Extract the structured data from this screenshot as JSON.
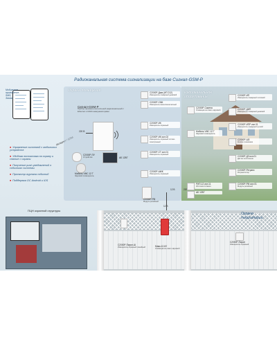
{
  "title": "Радиоканальная система сигнализации на базе Сигнал-GSM-P",
  "section_room": "Охрана помещения",
  "section_radio": "Радиоканальное оборудование",
  "section_yard": "Охрана территории",
  "mobile_caption": "Мобильное приложение, SMS, Звонки",
  "bullets": [
    "Управление системой с мобильных устройств",
    "Удобная постановка на охрану и снятие с охраны",
    "Получение push-уведомлений о событиях системы",
    "Просмотр журнала событий",
    "Поддержка ОС Android и iOS"
  ],
  "pcn_label": "ПЦН охранной структуры",
  "inet_label": "Интернет / GSM",
  "panel": {
    "name": "Сигнал-GSM-P",
    "desc": "Прибор приемно-контрольный радиоканальный с Ethernet и GSM коммуникаторами"
  },
  "voltage_220": "220 В",
  "battery": "АБ 12В7",
  "speaker": "Мобиль VMC 12 Т",
  "speaker_desc": "Звуковой оповещатель",
  "vibro": "С2000Р-ПУ",
  "vibro_desc": "Устройство",
  "room_devices": [
    {
      "name": "С2000Р-Дым (ИП 212)",
      "desc": "Извещатель пожарный дымовой"
    },
    {
      "name": "С2000Р-СМК",
      "desc": "Извещатель магнитоконтактный"
    },
    {
      "name": "С2000Р-ИК",
      "desc": "Извещатель охранный"
    },
    {
      "name": "С2000Р-ИК исп.02",
      "desc": "Извещатель охранный оптико-электронный"
    },
    {
      "name": "С2000Р-СТ исп.01",
      "desc": "Извещатель охранный"
    },
    {
      "name": "С2000Р-ШИК",
      "desc": "Извещатель охранный"
    }
  ],
  "radio_devices": [
    {
      "name": "С2000Р-Сирена",
      "desc": "Оповещатель свето-звуковой"
    },
    {
      "name": "Мобиль VMC 12 Т",
      "desc": "Звуковой оповещатель"
    },
    {
      "name": "РИП-12 исп.11",
      "desc": "Источник питания"
    },
    {
      "name": "АБ 12В7",
      "desc": ""
    }
  ],
  "right_devices": [
    {
      "name": "С2000Р-ИП",
      "desc": "Извещатель пожарный тепловой"
    },
    {
      "name": "С2000Р-ДИП",
      "desc": "Извещатель пожарный дымовой"
    },
    {
      "name": "С2000Р-ИПР исп.01",
      "desc": "Извещатель пожарный ручной"
    },
    {
      "name": "С2000Р-ШЗ",
      "desc": "Кнопка тревожная"
    },
    {
      "name": "С2000Р-ДЗ исп.01",
      "desc": "Датчик затопления"
    },
    {
      "name": "С2000Р-Ретранс",
      "desc": "Ретранслятор"
    },
    {
      "name": "С2000Р-РМ исп.01",
      "desc": "Модуль релейный"
    }
  ],
  "ext_module": "С2000Р-РМ",
  "ext_module_desc": "Модуль релейный",
  "v12": "12 В",
  "fence_devices": [
    {
      "name": "С2000Р-Пирон-Ш",
      "desc": "Извещатель охранный линейный"
    },
    {
      "name": "Маяк-12-КУ",
      "desc": "Оповещатель свето-звуковой"
    },
    {
      "name": "С2000Р-Пирон",
      "desc": "Извещатель охранный"
    }
  ],
  "colors": {
    "accent": "#1f4e79",
    "bullet": "#d62a2a",
    "siren": "#e03a3a"
  }
}
